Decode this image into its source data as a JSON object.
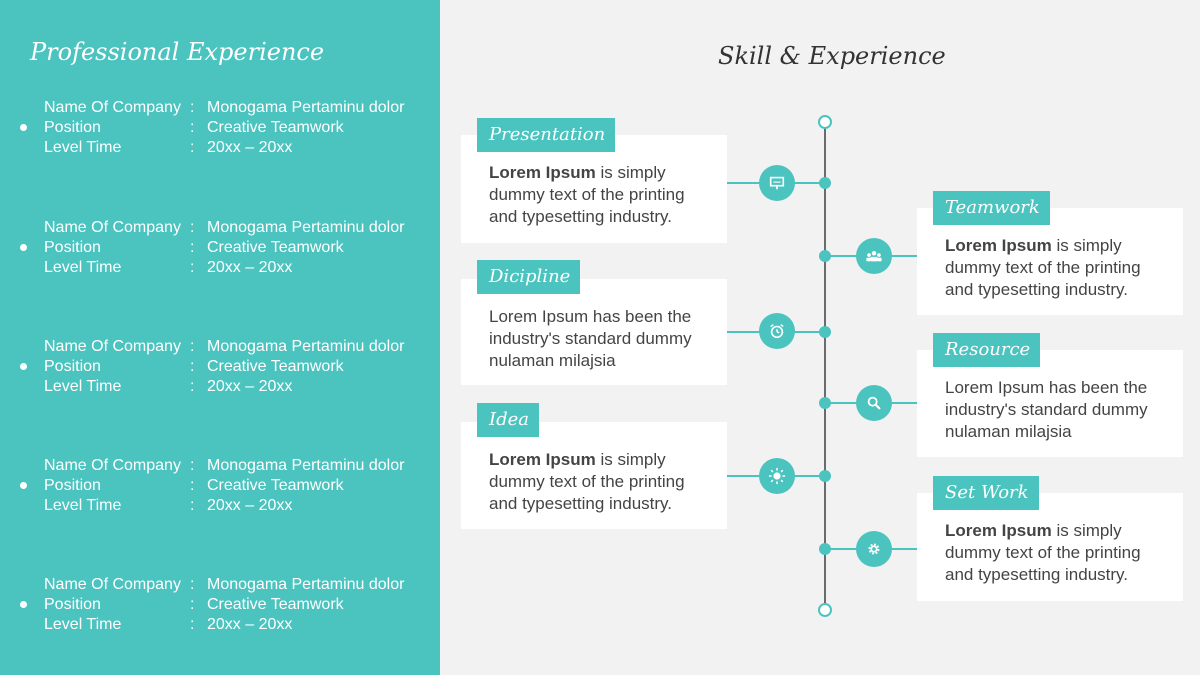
{
  "left": {
    "title": "Professional Experience",
    "entries": [
      {
        "company_label": "Name Of Company",
        "company": "Monogama Pertaminu dolor",
        "position_label": "Position",
        "position": "Creative Teamwork",
        "time_label": "Level Time",
        "time": "20xx – 20xx"
      },
      {
        "company_label": "Name Of Company",
        "company": "Monogama Pertaminu dolor",
        "position_label": "Position",
        "position": "Creative Teamwork",
        "time_label": "Level Time",
        "time": "20xx – 20xx"
      },
      {
        "company_label": "Name Of Company",
        "company": "Monogama Pertaminu dolor",
        "position_label": "Position",
        "position": "Creative Teamwork",
        "time_label": "Level Time",
        "time": "20xx – 20xx"
      },
      {
        "company_label": "Name Of Company",
        "company": "Monogama Pertaminu dolor",
        "position_label": "Position",
        "position": "Creative Teamwork",
        "time_label": "Level Time",
        "time": "20xx – 20xx"
      },
      {
        "company_label": "Name Of Company",
        "company": "Monogama Pertaminu dolor",
        "position_label": "Position",
        "position": "Creative Teamwork",
        "time_label": "Level Time",
        "time": "20xx – 20xx"
      }
    ]
  },
  "right": {
    "title": "Skill & Experience",
    "items": [
      {
        "tag": "Presentation",
        "bold": "Lorem Ipsum",
        "text": " is simply dummy text of the printing and typesetting industry.",
        "icon": "presentation-icon"
      },
      {
        "tag": "Dicipline",
        "bold": "",
        "text": "Lorem Ipsum has been the industry's standard dummy nulaman milajsia",
        "icon": "alarm-clock-icon"
      },
      {
        "tag": "Idea",
        "bold": "Lorem Ipsum",
        "text": " is simply dummy text of the printing and typesetting industry.",
        "icon": "lightbulb-icon"
      },
      {
        "tag": "Teamwork",
        "bold": "Lorem Ipsum",
        "text": " is simply dummy text of the printing and typesetting industry.",
        "icon": "team-icon"
      },
      {
        "tag": "Resource",
        "bold": "",
        "text": "Lorem Ipsum has been the industry's standard dummy nulaman milajsia",
        "icon": "search-icon"
      },
      {
        "tag": "Set Work",
        "bold": "Lorem Ipsum",
        "text": " is simply dummy text of the printing and typesetting industry.",
        "icon": "gear-icon"
      }
    ]
  },
  "colors": {
    "accent": "#4bc3bf",
    "background": "#f2f2f2",
    "line": "#6b6b6b"
  }
}
